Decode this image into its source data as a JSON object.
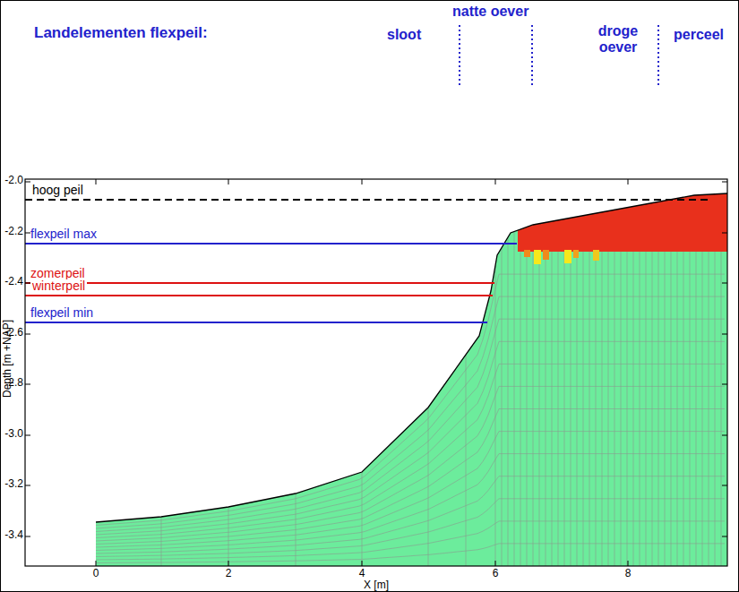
{
  "diagram": {
    "title": "Landelementen flexpeil:",
    "labels": [
      "sloot",
      "natte oever",
      "droge oever",
      "perceel",
      "hoog peil",
      "flexpeil max",
      "zomerpeil",
      "winterpeil",
      "flexpeil min",
      "-2.0",
      "-2.2",
      "-2.4",
      "-2.6",
      "-2.8",
      "-3.0",
      "-3.2",
      "-3.4",
      "Depth [m +NAP]",
      "0",
      "2",
      "4",
      "6",
      "8",
      "X [m]"
    ]
  }
}
